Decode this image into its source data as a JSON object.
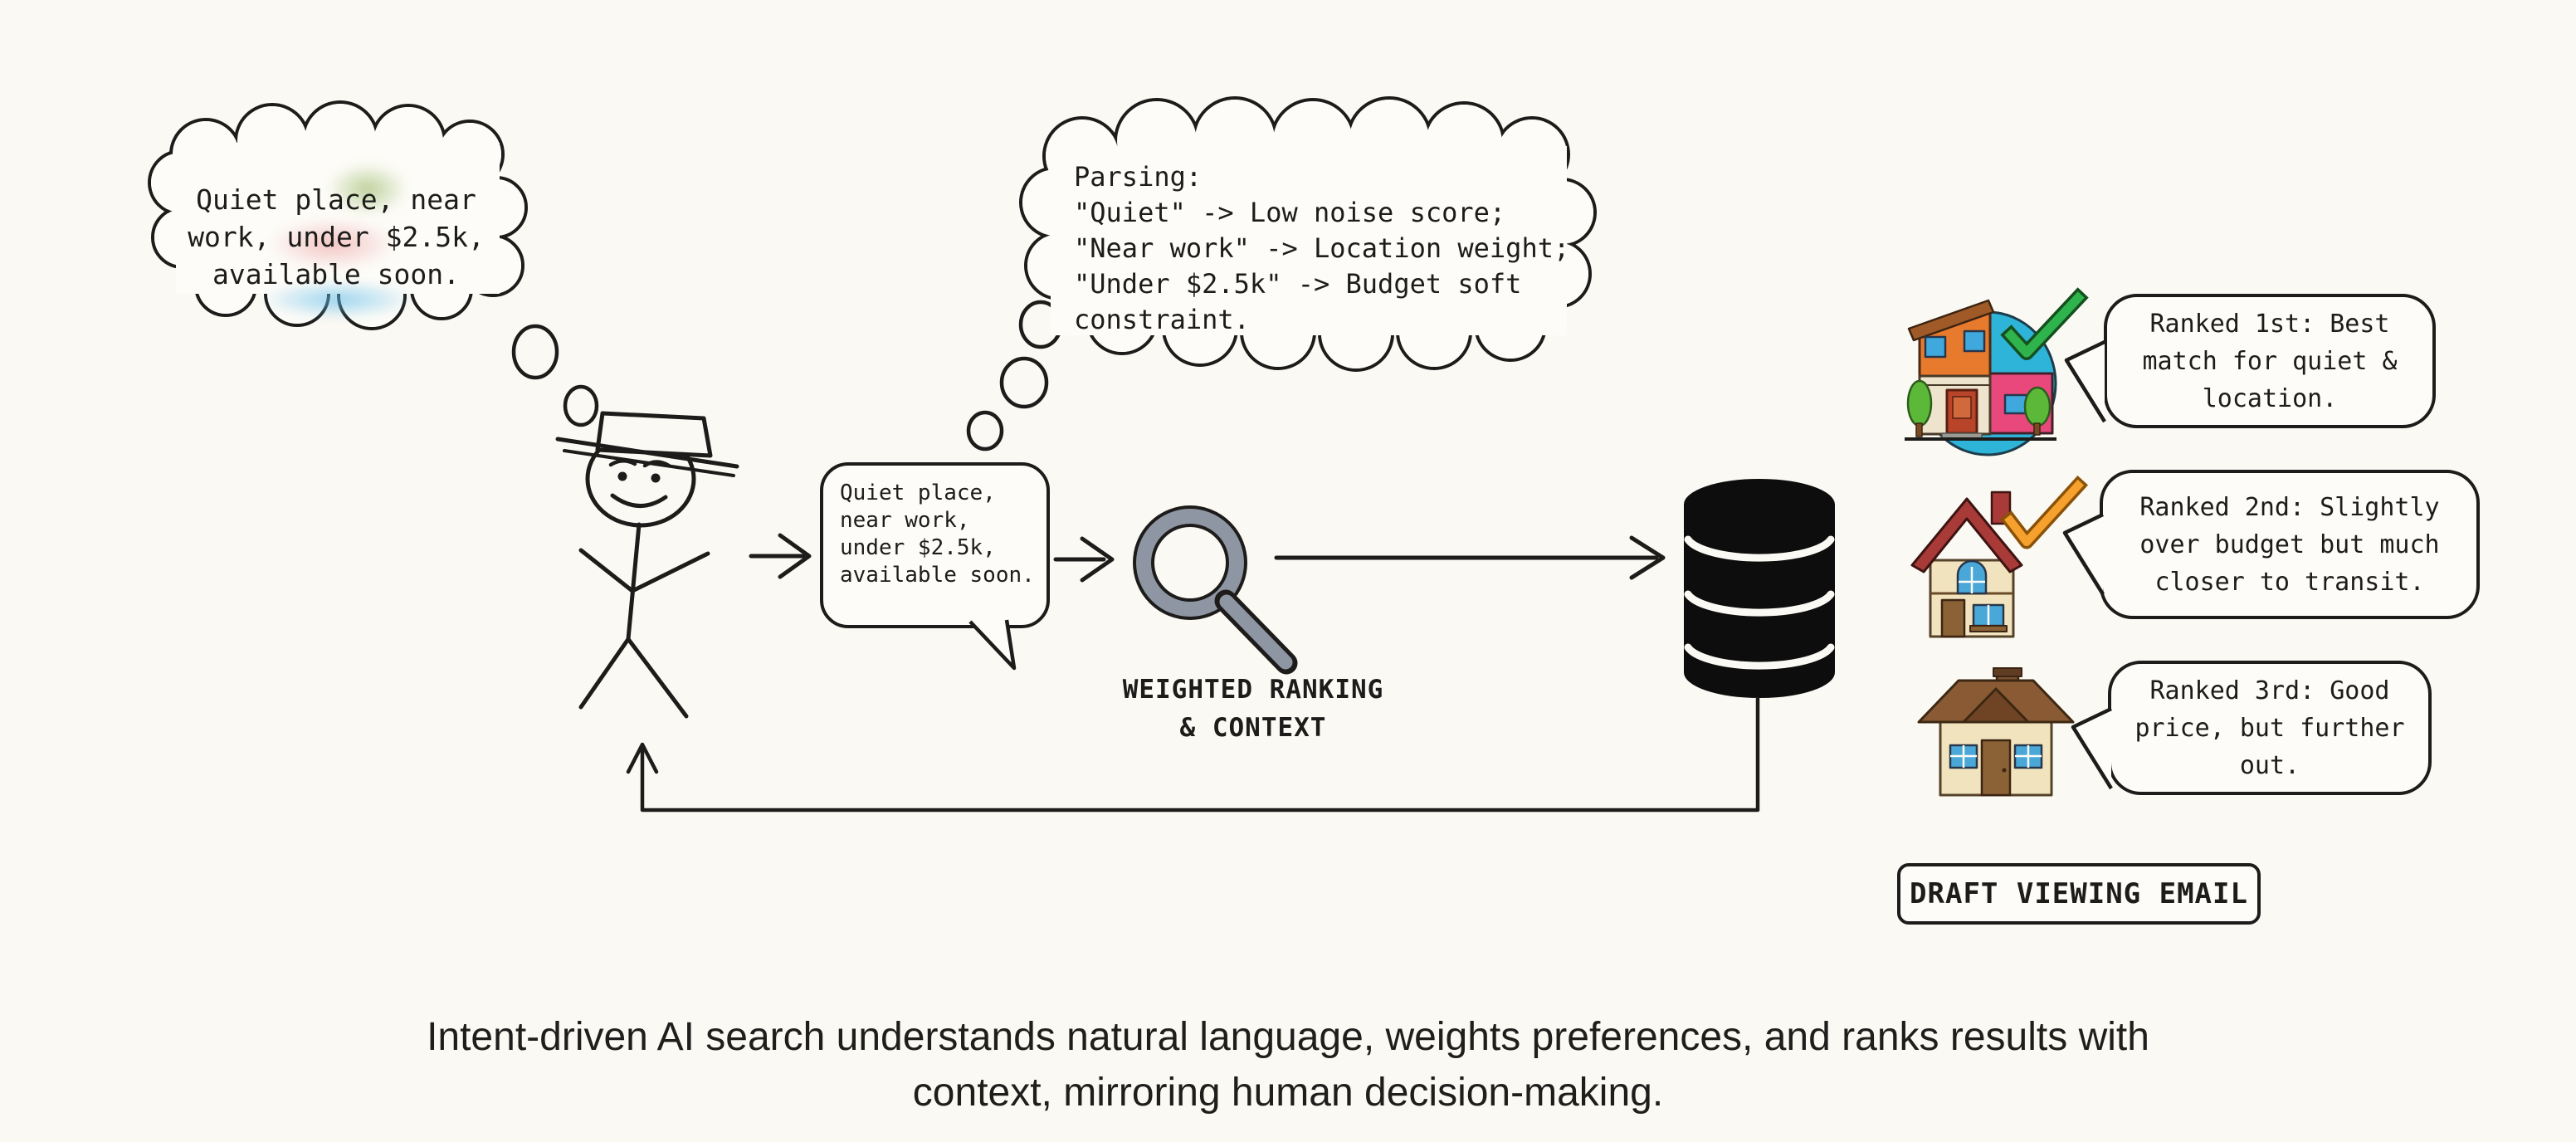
{
  "colors": {
    "background": "#fbf9f3",
    "ink": "#1d1c1a",
    "check_green": "#2fb34c",
    "check_orange": "#f6a02d",
    "magnifier_gray": "#8e96a3",
    "database_black": "#0d0d0d",
    "highlight_green": "#8eb258",
    "highlight_pink": "#e99494",
    "highlight_blue": "#60bce9"
  },
  "icons": {
    "user": "stick-figure-with-hat",
    "search": "magnifying-glass",
    "storage": "database-cylinder",
    "result_1": "colorful-modern-house",
    "result_2": "two-story-house",
    "result_3": "cottage-house",
    "check_1": "green-checkmark",
    "check_2": "orange-checkmark"
  },
  "user_thought_bubble": {
    "text": "Quiet place, near\nwork, under $2.5k,\navailable soon."
  },
  "parsing_thought_bubble": {
    "text": "Parsing:\n\"Quiet\" -> Low noise score;\n\"Near work\" -> Location weight;\n\"Under $2.5k\" -> Budget soft\nconstraint."
  },
  "speech_bubble": {
    "text": "Quiet place,\nnear work,\nunder $2.5k,\navailable soon."
  },
  "search_engine": {
    "label": "WEIGHTED RANKING\n& CONTEXT"
  },
  "results": [
    {
      "rank": "1st",
      "check": "green",
      "text": "Ranked 1st: Best\nmatch for quiet &\nlocation."
    },
    {
      "rank": "2nd",
      "check": "orange",
      "text": "Ranked 2nd: Slightly\nover budget but much\ncloser to transit."
    },
    {
      "rank": "3rd",
      "check": "none",
      "text": "Ranked 3rd: Good\nprice, but further\nout."
    }
  ],
  "action_button": {
    "label": "DRAFT VIEWING EMAIL"
  },
  "caption": {
    "text": "Intent-driven AI search understands natural language, weights preferences, and ranks results with\ncontext, mirroring human decision-making."
  }
}
